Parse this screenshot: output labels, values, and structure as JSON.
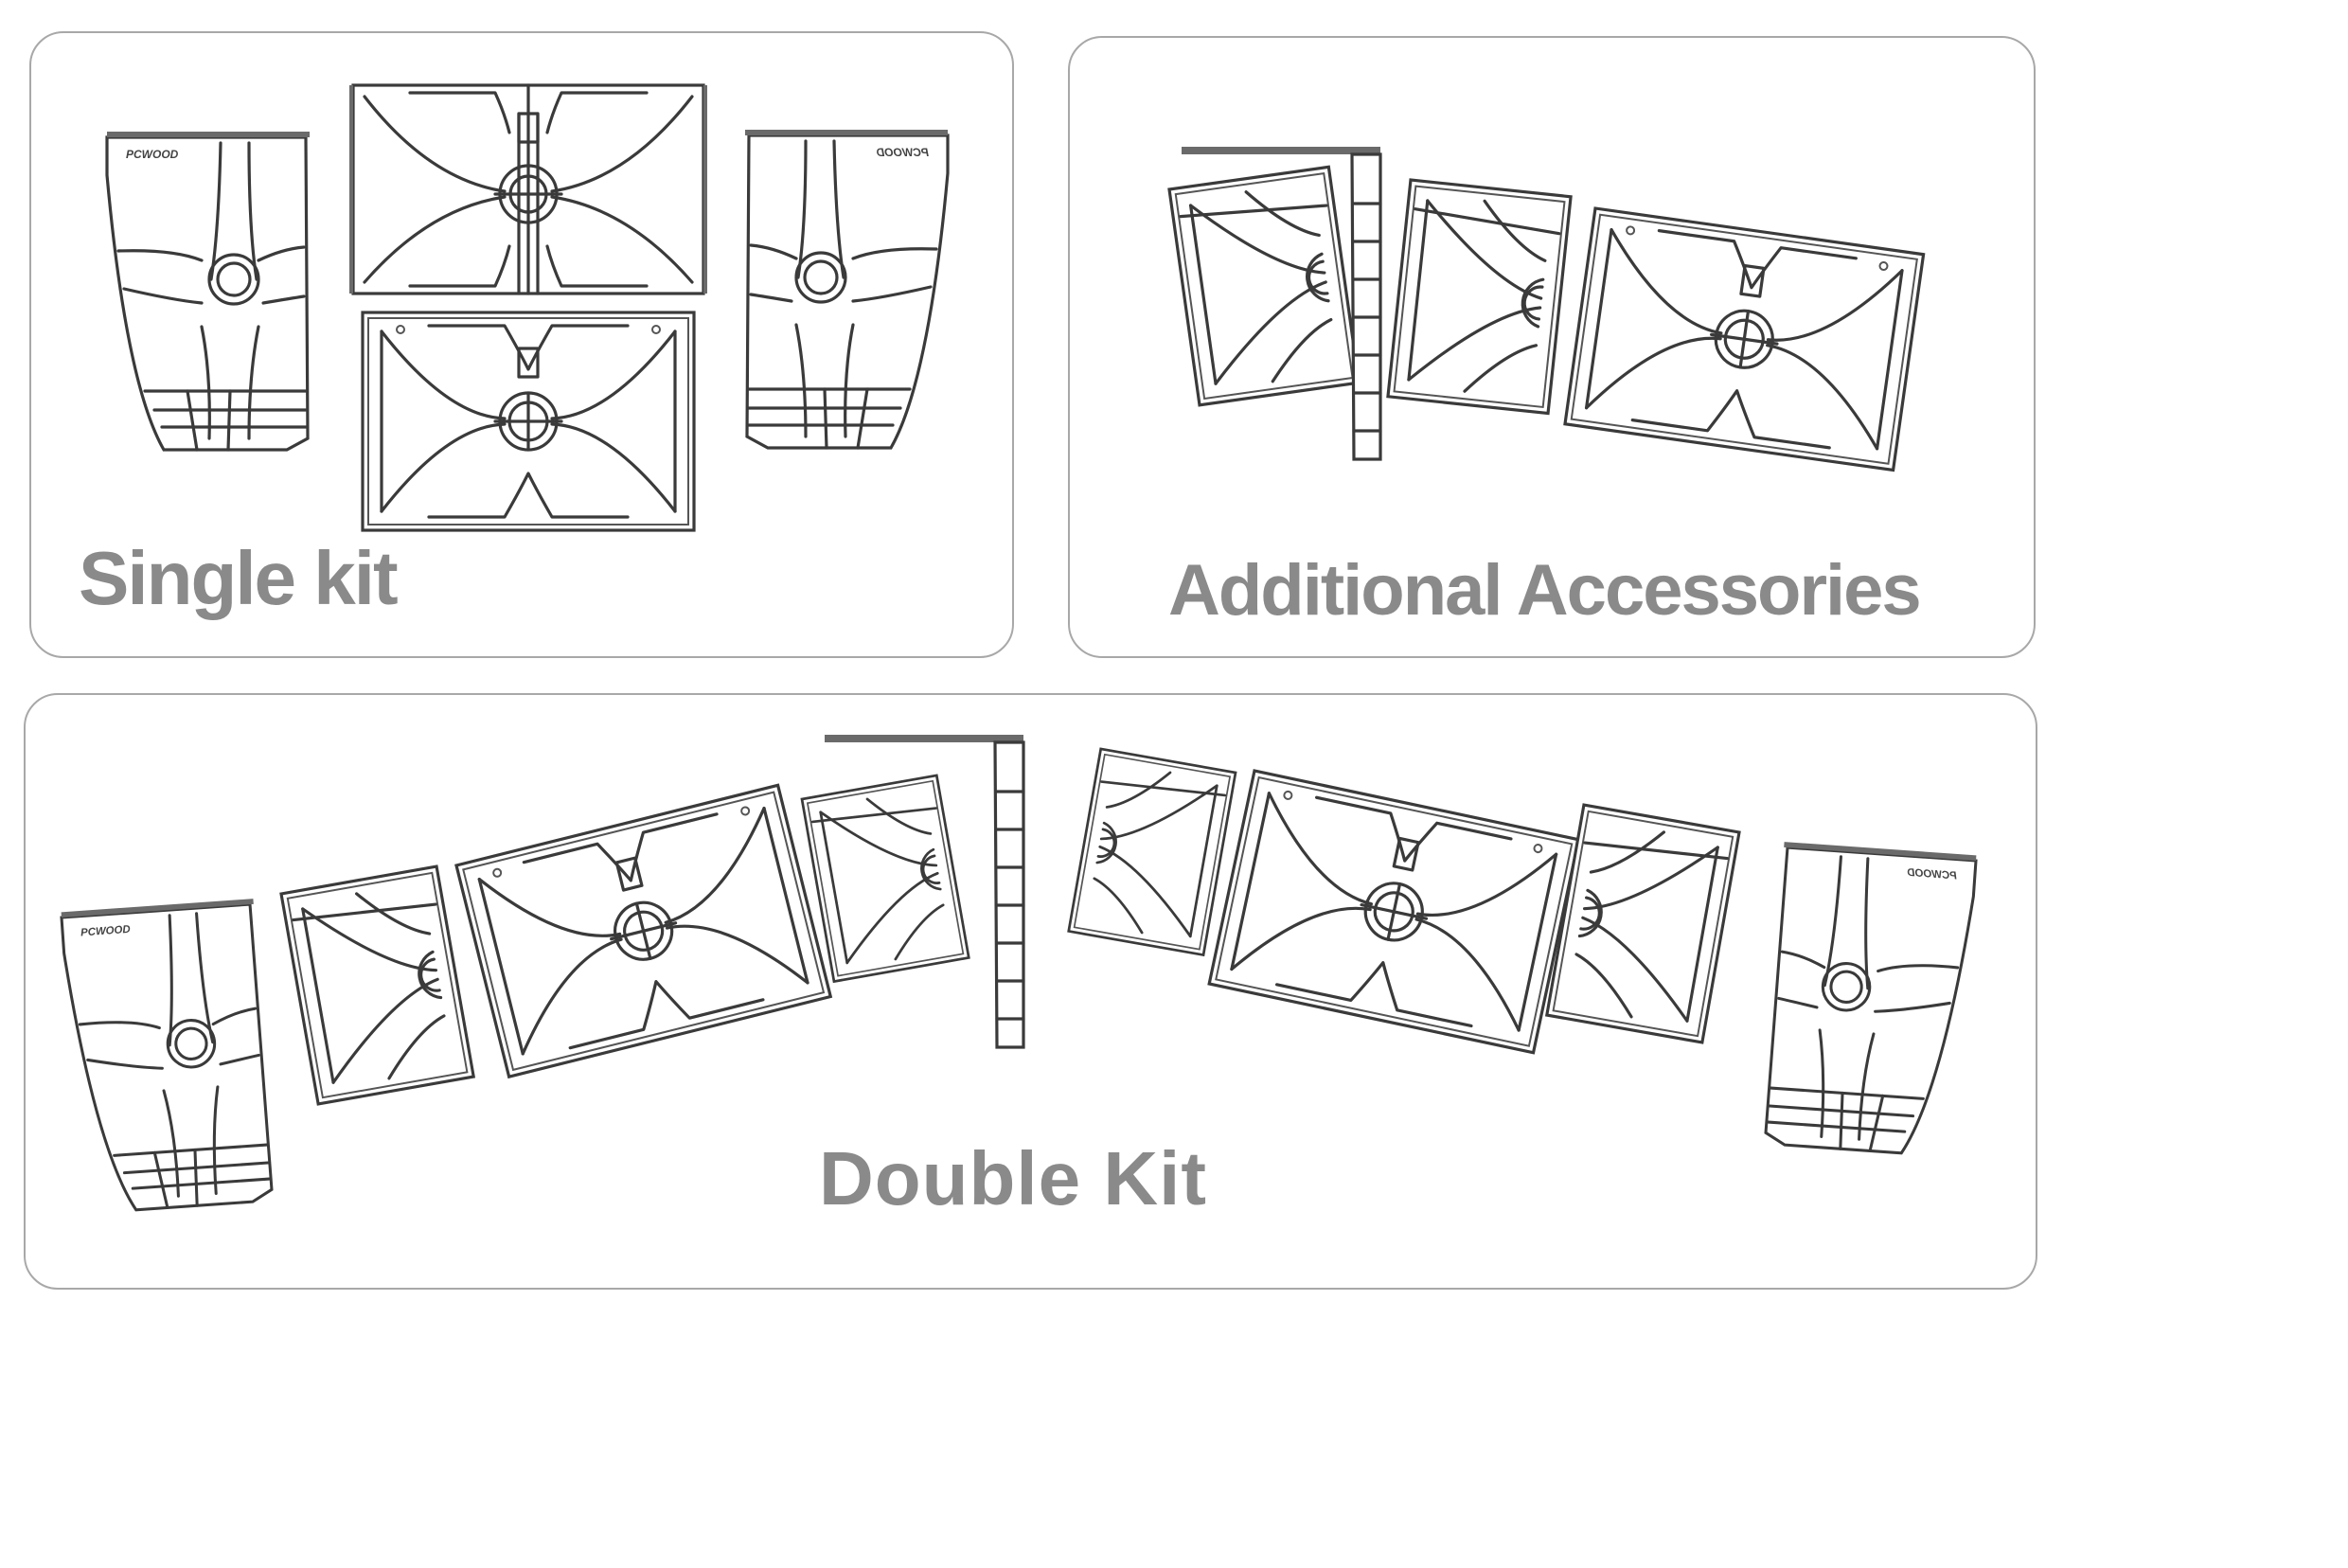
{
  "panels": {
    "single": {
      "label": "Single kit"
    },
    "accessories": {
      "label": "Additional Accessories"
    },
    "double": {
      "label": "Double Kit"
    }
  },
  "logo_text": "PCWOOD",
  "colors": {
    "border": "#a8a8a8",
    "label": "#8a8a8a",
    "line": "#3a3a3a"
  }
}
